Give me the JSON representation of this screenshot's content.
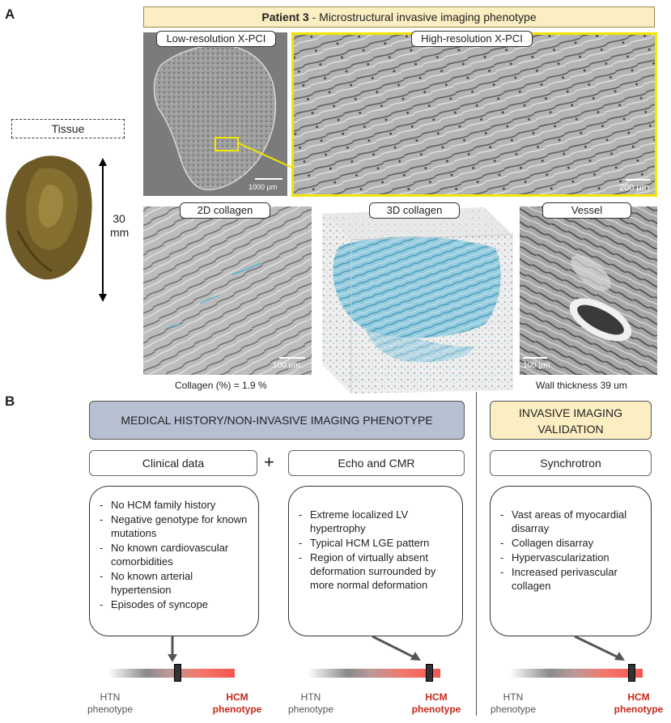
{
  "panel_a": {
    "letter": "A",
    "banner_bold": "Patient 3",
    "banner_rest": " - Microstructural invasive imaging phenotype",
    "tissue_label": "Tissue",
    "size_value": "30",
    "size_unit": "mm",
    "low_res": {
      "label": "Low-resolution X-PCI",
      "scale": "1000 µm"
    },
    "high_res": {
      "label": "High-resolution X-PCI",
      "scale": "200 µm"
    },
    "collagen_2d": {
      "label": "2D collagen",
      "scale": "100 µm",
      "caption": "Collagen (%) = 1.9 %"
    },
    "collagen_3d": {
      "label": "3D collagen"
    },
    "vessel": {
      "label": "Vessel",
      "scale": "100 µm",
      "caption": "Wall thickness 39 um"
    }
  },
  "panel_b": {
    "letter": "B",
    "left_header": "MEDICAL HISTORY/NON-INVASIVE IMAGING PHENOTYPE",
    "right_header": "INVASIVE IMAGING VALIDATION",
    "plus": "+",
    "columns": [
      {
        "title": "Clinical data",
        "items": [
          "No HCM family history",
          "Negative genotype for known mutations",
          "No known cardiovascular comorbidities",
          "No known arterial hypertension",
          "Episodes of syncope"
        ],
        "marker_position": 0.55
      },
      {
        "title": "Echo and CMR",
        "items": [
          "Extreme localized LV hypertrophy",
          "Typical HCM LGE pattern",
          "Region of virtually absent deformation surrounded by more normal deformation"
        ],
        "marker_position": 0.92
      },
      {
        "title": "Synchrotron",
        "items": [
          "Vast areas of myocardial disarray",
          "Collagen disarray",
          "Hypervascularization",
          "Increased perivascular collagen"
        ],
        "marker_position": 0.92
      }
    ],
    "scale_low": [
      "HTN",
      "phenotype"
    ],
    "scale_high": [
      "HCM",
      "phenotype"
    ]
  },
  "colors": {
    "banner": "#fbeec2",
    "header_gray": "#b7c0d2",
    "highlight_yellow": "#f2e600",
    "collagen_blue": "#5fb7d4",
    "hcm_red": "#c6281c"
  }
}
